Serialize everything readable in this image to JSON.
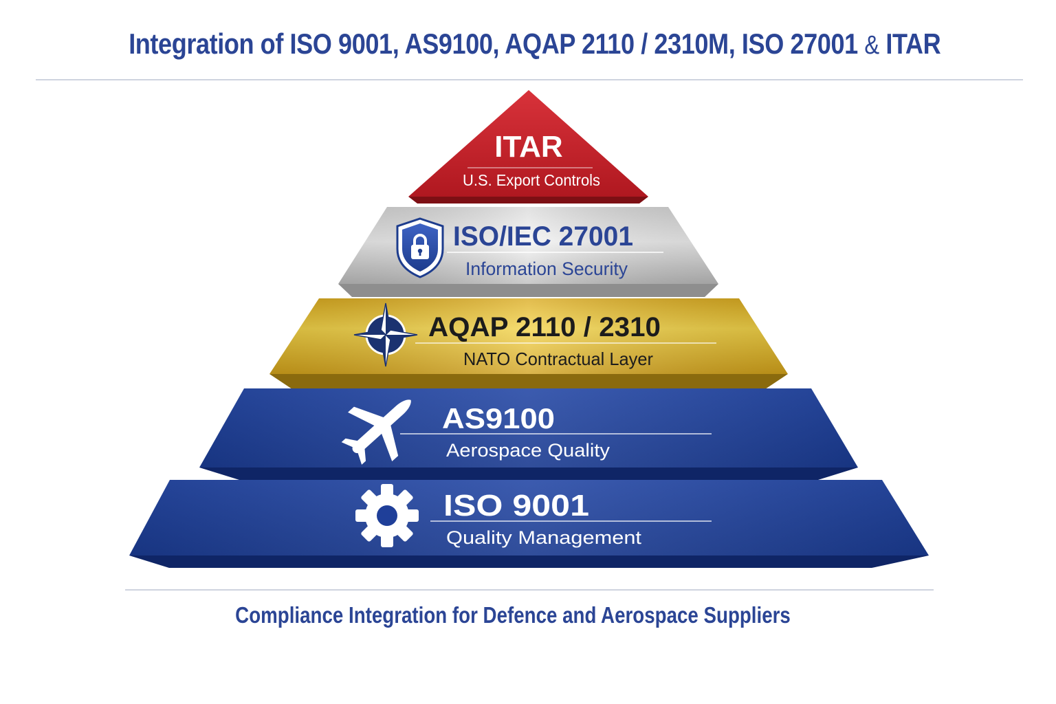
{
  "title": {
    "main": "Integration of ISO 9001, AS9100, AQAP 2110 / 2310M, ISO 27001",
    "amp": "&",
    "last": "ITAR"
  },
  "layers": [
    {
      "title": "ITAR",
      "subtitle": "U.S. Export Controls",
      "color": "#c8232c",
      "icon": "none"
    },
    {
      "title": "ISO/IEC 27001",
      "subtitle": "Information Security",
      "color": "#c9c9c9",
      "icon": "shield-lock-icon"
    },
    {
      "title": "AQAP 2110 / 2310",
      "subtitle": "NATO Contractual Layer",
      "color": "#e6b92a",
      "icon": "nato-compass-icon"
    },
    {
      "title": "AS9100",
      "subtitle": "Aerospace Quality",
      "color": "#1f3f99",
      "icon": "airplane-icon"
    },
    {
      "title": "ISO 9001",
      "subtitle": "Quality Management",
      "color": "#1f3f99",
      "icon": "gear-icon"
    }
  ],
  "footer": "Compliance Integration for Defence and Aerospace Suppliers"
}
